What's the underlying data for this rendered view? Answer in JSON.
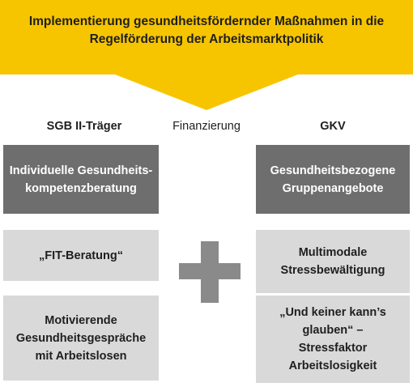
{
  "banner": {
    "line1": "Implementierung gesundheitsfördernder Maßnahmen in die",
    "line2": "Regelförderung der Arbeitsmarktpolitik",
    "color": "#f7c500"
  },
  "headers": {
    "left": "SGB II-Träger",
    "center": "Finanzierung",
    "right": "GKV"
  },
  "left_column": {
    "top": {
      "line1": "Individuelle Gesundheits-",
      "line2": "kompetenzberatung"
    },
    "middle": {
      "line1": "„FIT-Beratung“"
    },
    "bottom": {
      "line1": "Motivierende",
      "line2": "Gesundheitsgespräche",
      "line3": "mit Arbeitslosen"
    }
  },
  "right_column": {
    "top": {
      "line1": "Gesundheitsbezogene",
      "line2": "Gruppenangebote"
    },
    "middle": {
      "line1": "Multimodale",
      "line2": "Stressbewältigung"
    },
    "bottom": {
      "line1": "„Und keiner kann’s",
      "line2": "glauben“ –",
      "line3": "Stressfaktor",
      "line4": "Arbeitslosigkeit"
    }
  },
  "colors": {
    "dark_box": "#6e6e6e",
    "light_box": "#d9d9d9",
    "plus": "#8a8a8a"
  }
}
